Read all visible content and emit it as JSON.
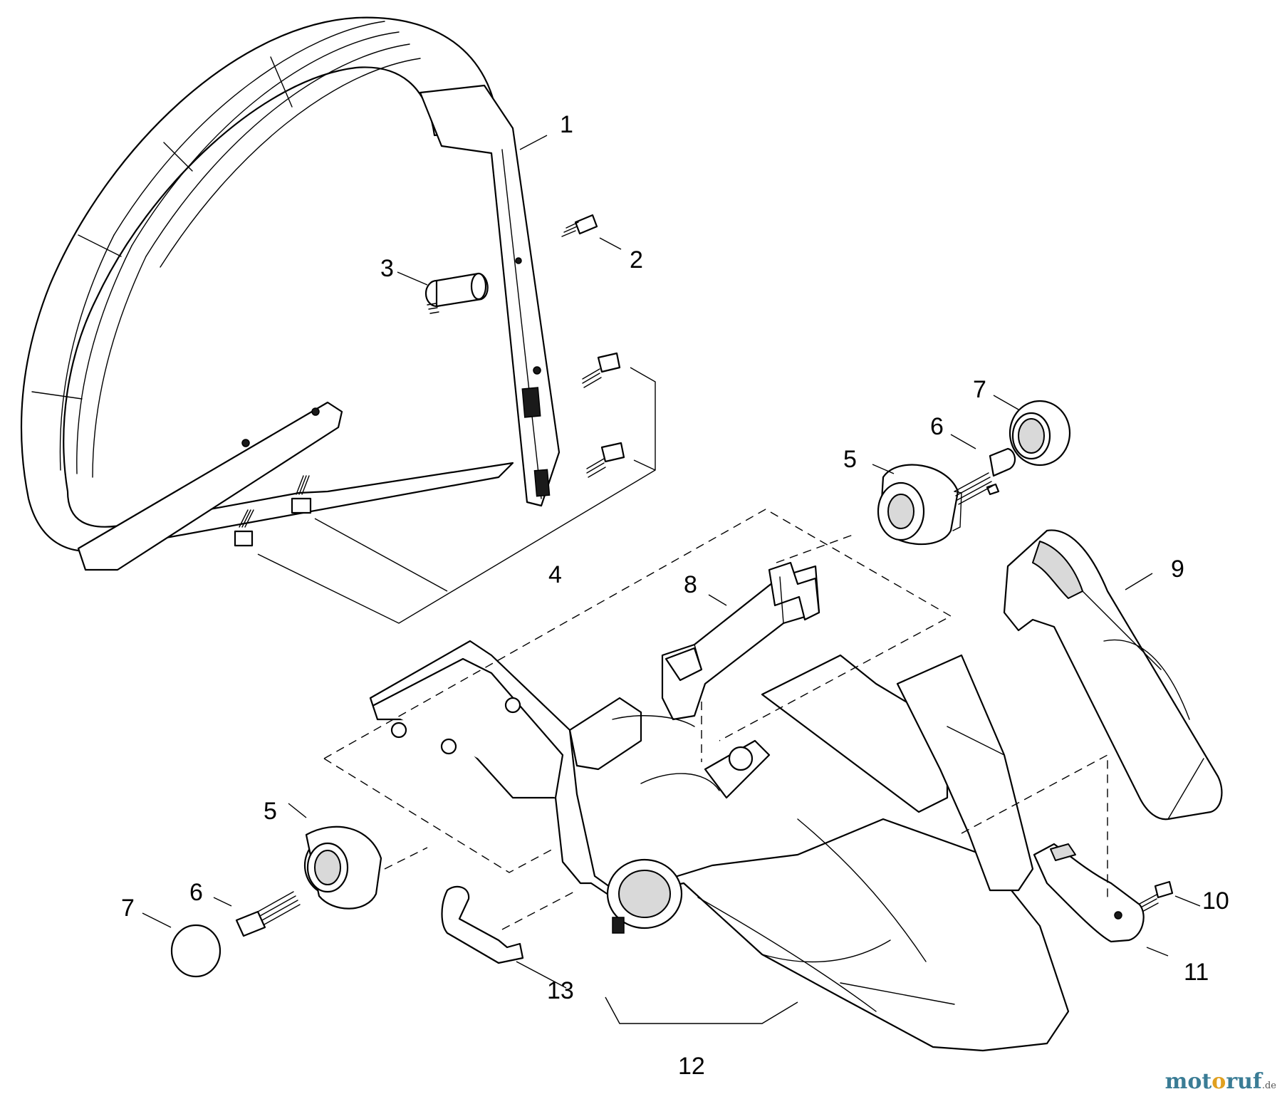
{
  "callouts": {
    "c1": "1",
    "c2": "2",
    "c3": "3",
    "c4": "4",
    "c5a": "5",
    "c5b": "5",
    "c6a": "6",
    "c6b": "6",
    "c7a": "7",
    "c7b": "7",
    "c8": "8",
    "c9": "9",
    "c10": "10",
    "c11": "11",
    "c12": "12",
    "c13": "13"
  },
  "watermark": {
    "part1": "mot",
    "part2": "o",
    "part3": "ruf",
    "tld": ".de"
  },
  "colors": {
    "line": "#000000",
    "background": "#ffffff",
    "watermark_blue": "#3a7c95",
    "watermark_orange": "#e0a020"
  }
}
